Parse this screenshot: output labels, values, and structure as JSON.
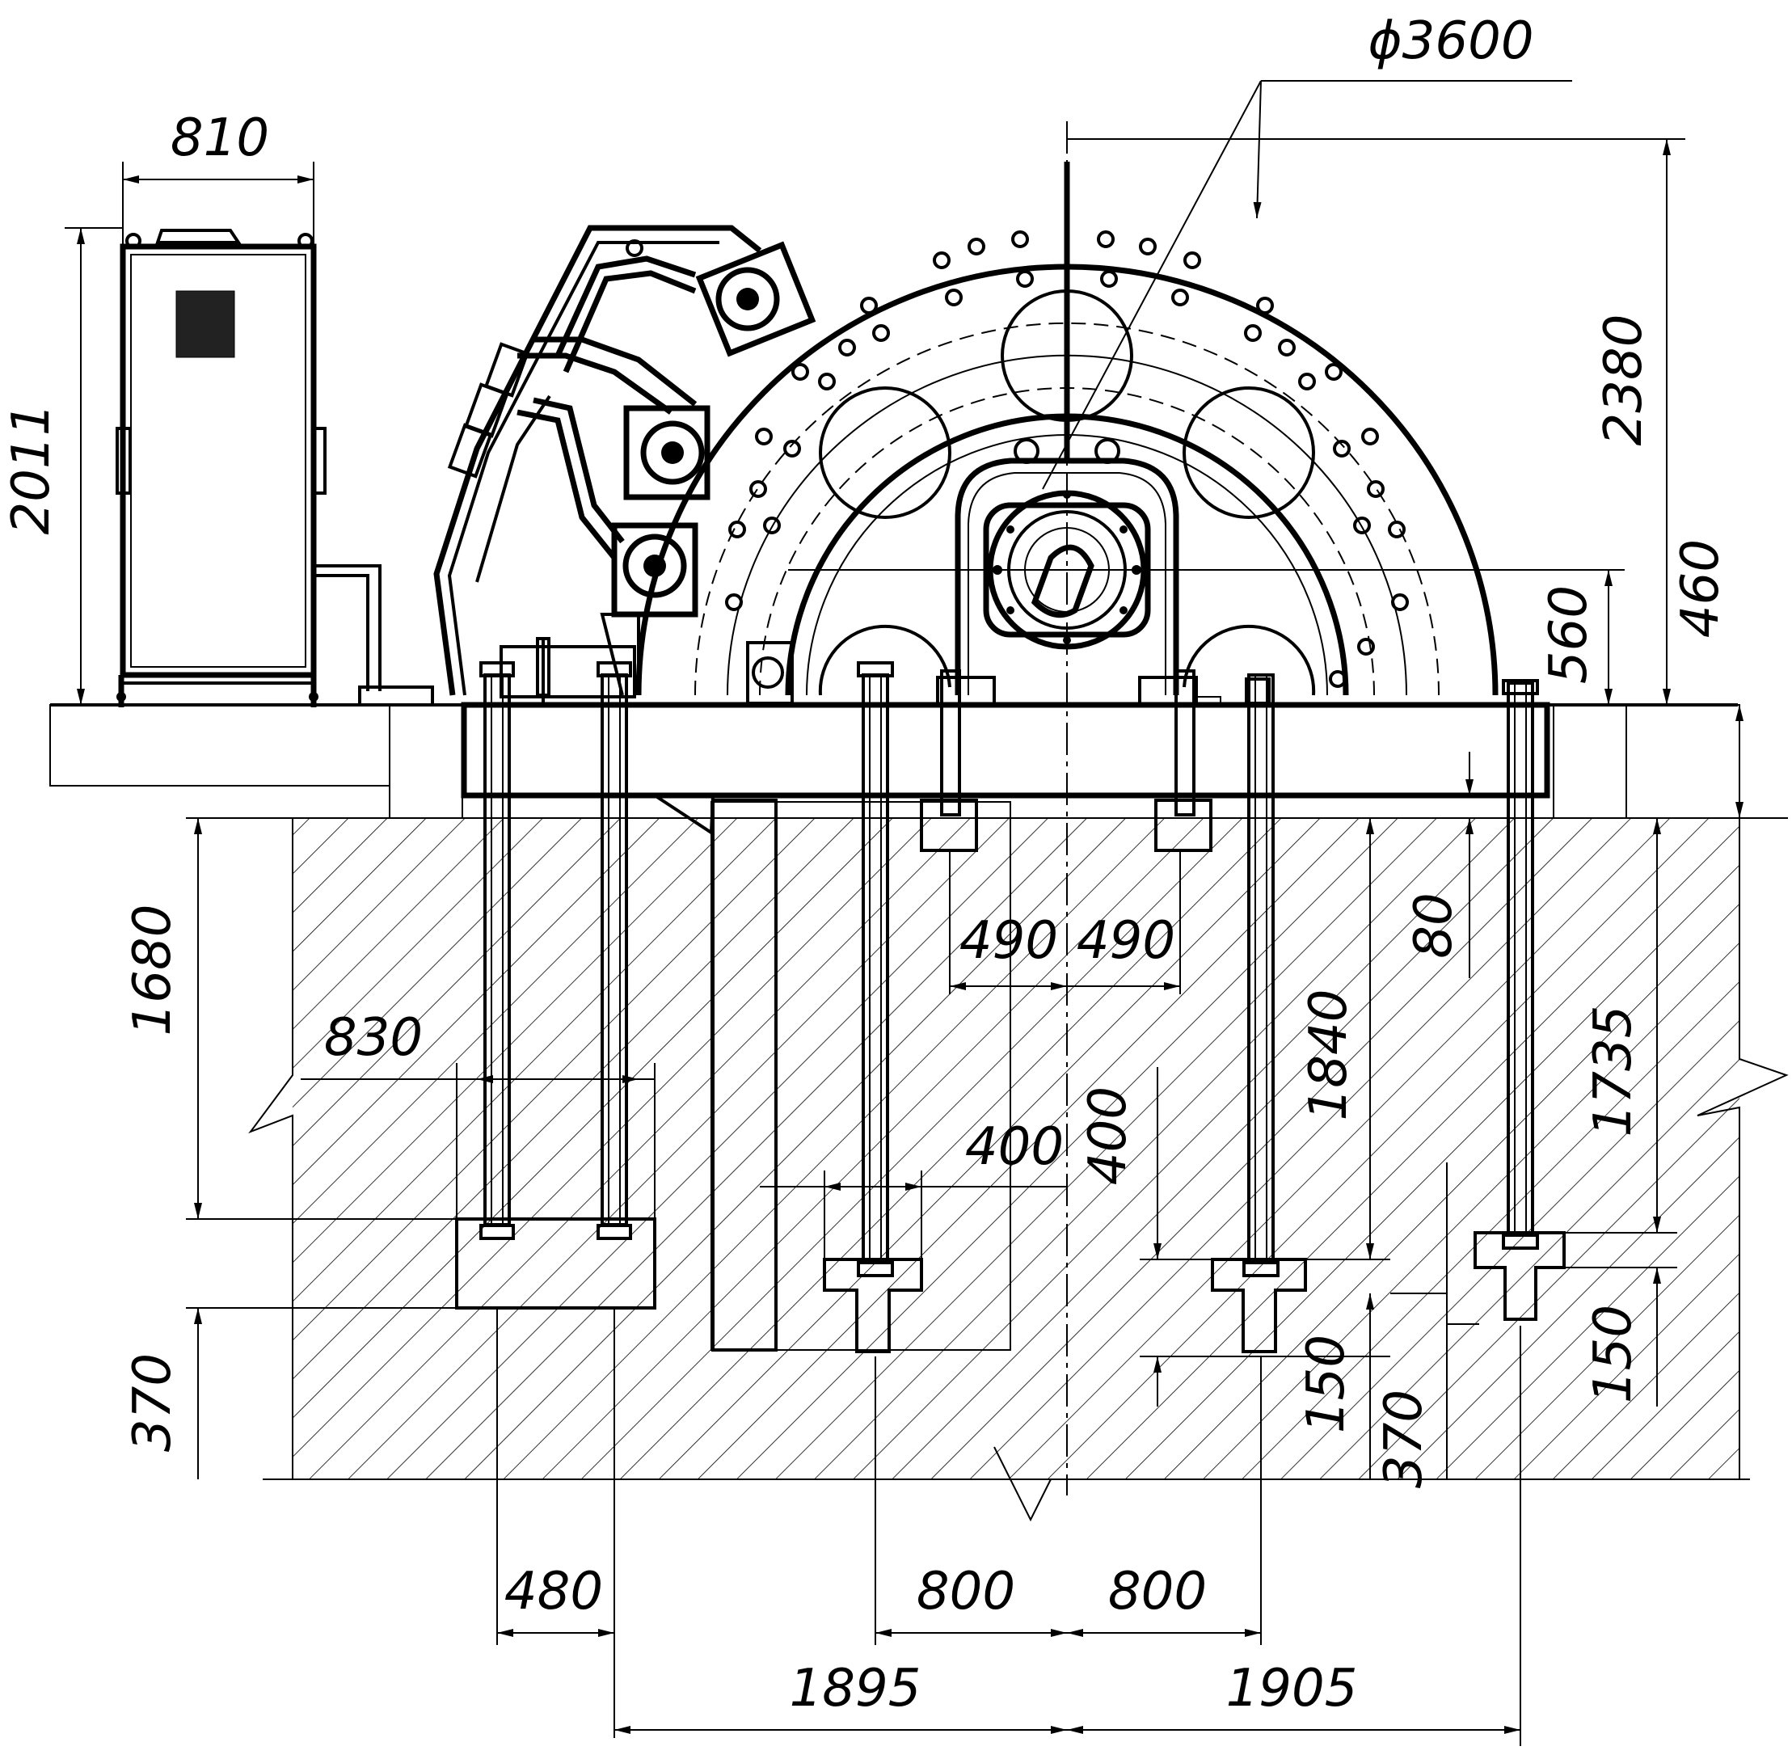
{
  "colors": {
    "ink": "#000000",
    "paper": "#ffffff"
  },
  "dimensions": {
    "drum_diameter": "ϕ3600",
    "cabinet_width": "810",
    "cabinet_height": "2011",
    "drum_height": "2380",
    "axis_height": "560",
    "frame_height": "460",
    "depth_1680": "1680",
    "span_830": "830",
    "left_490": "490",
    "right_490": "490",
    "v_80": "80",
    "depth_1840": "1840",
    "depth_1735": "1735",
    "h_400": "400",
    "v_400": "400",
    "left_370": "370",
    "mid_150": "150",
    "mid_370": "370",
    "right_150": "150",
    "spacing_480": "480",
    "left_800": "800",
    "right_800": "800",
    "span_1895": "1895",
    "span_1905": "1905"
  }
}
